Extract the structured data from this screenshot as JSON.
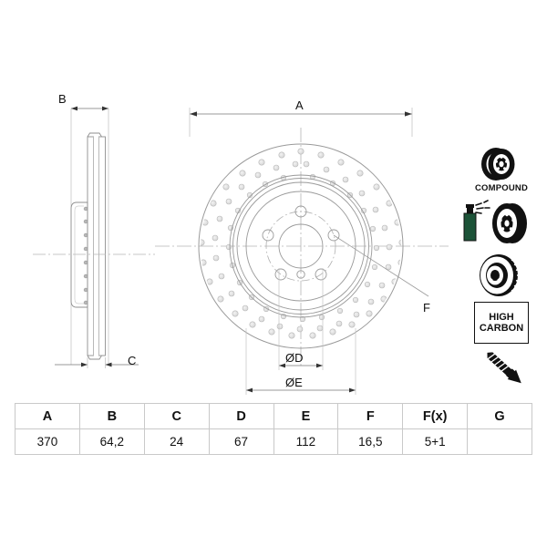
{
  "drawing": {
    "title": "brake-disc-technical-drawing",
    "dimension_labels": {
      "A": "A",
      "B": "B",
      "C": "C",
      "D": "ØD",
      "E": "ØE",
      "F": "F"
    },
    "views": {
      "side_section": "side-section-view",
      "front_face": "front-face-view"
    },
    "colors": {
      "line": "#9a9a9a",
      "dim_line": "#777777",
      "hole_fill": "#e8e8e8",
      "icon": "#111111",
      "table_border": "#c9c9c9"
    }
  },
  "feature_icons": [
    {
      "name": "compound-disc-icon",
      "caption": "COMPOUND"
    },
    {
      "name": "coated-disc-icon",
      "caption": ""
    },
    {
      "name": "vented-disc-icon",
      "caption": ""
    },
    {
      "name": "high-carbon-badge",
      "caption_line1": "HIGH",
      "caption_line2": "CARBON"
    },
    {
      "name": "countersunk-screw-icon",
      "caption": ""
    }
  ],
  "spec_table": {
    "headers": [
      "A",
      "B",
      "C",
      "D",
      "E",
      "F",
      "F(x)",
      "G"
    ],
    "values": [
      "370",
      "64,2",
      "24",
      "67",
      "112",
      "16,5",
      "5+1",
      ""
    ]
  }
}
